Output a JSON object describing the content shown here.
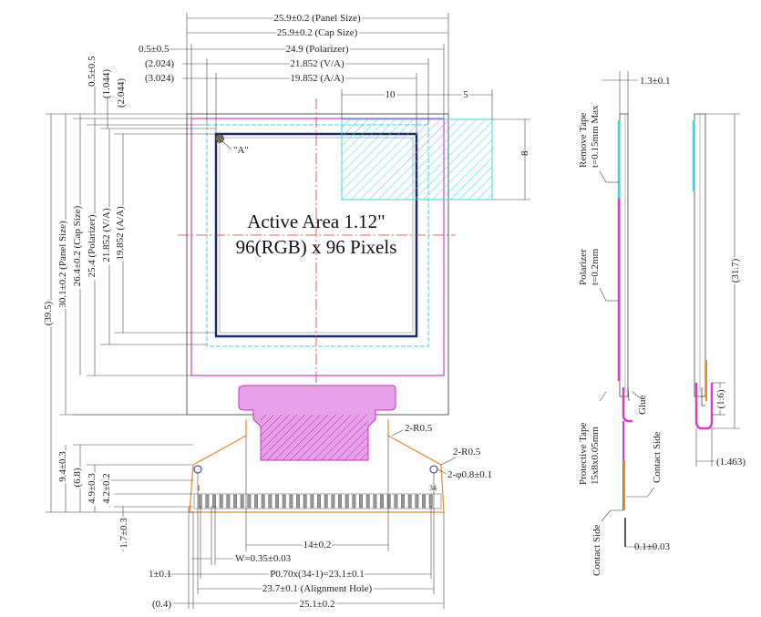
{
  "labels": {
    "panel_width": "25.9±0.2 (Panel Size)",
    "cap_width": "25.9±0.2 (Cap Size)",
    "polarizer_offset": "0.5±0.5",
    "polarizer_width": "24.9 (Polarizer)",
    "va_offset": "(2.024)",
    "va_width": "21.852 (V/A)",
    "aa_offset": "(3.024)",
    "aa_width": "19.852 (A/A)",
    "dim_10": "10",
    "dim_5": "5",
    "dim_8": "8",
    "v_top_05": "0.5±0.5",
    "v_top_1044": "(1.044)",
    "v_top_2044": "(2.044)",
    "v_total_395": "(39.5)",
    "v_panel": "30.1±0.2 (Panel Size)",
    "v_cap": "26.4±0.2 (Cap Size)",
    "v_polarizer": "25.4 (Polarizer)",
    "v_va": "21.852 (V/A)",
    "v_aa": "19.852 (A/A)",
    "v_94": "9.4±0.3",
    "v_68": "(6.8)",
    "v_49": "4.9±0.3",
    "v_42": "4.2±0.2",
    "v_17": "1.7±0.3",
    "point_a": "\"A\"",
    "active_area_line1": "Active Area 1.12\"",
    "active_area_line2": "96(RGB) x 96 Pixels",
    "r05_inner": "2-R0.5",
    "r05_outer": "2-R0.5",
    "hole_dia": "2-φ0.8±0.1",
    "pin_1": "1",
    "pin_34": "34",
    "dim_14": "14±0.2",
    "dim_w": "W=0.35±0.03",
    "dim_1": "1±0.1",
    "dim_pitch": "P0.70x(34-1)=23.1±0.1",
    "dim_04": "(0.4)",
    "dim_align": "23.7±0.1 (Alignment Hole)",
    "dim_251": "25.1±0.2",
    "side_13": "1.3±0.1",
    "remove_tape_1": "Remove Tape",
    "remove_tape_2": "t=0.15mm Max",
    "polarizer_1": "Polarizer",
    "polarizer_2": "t=0.2mm",
    "glue": "Glue",
    "protective_tape_1": "Protective Tape",
    "protective_tape_2": "15x8x0.05mm",
    "contact_side_a": "Contact Side",
    "contact_side_b": "Contact Side",
    "dim_01": "0.1±0.03",
    "side_317": "(31.7)",
    "side_16": "(1.6)",
    "side_1463": "(1.463)"
  },
  "colors": {
    "line": "#333333",
    "red_center": "#e0302a",
    "magenta": "#d43cd4",
    "cyan": "#3fd6dc",
    "navy": "#1a2a6a",
    "orange": "#e88a2a",
    "fpc_fill": "#e8a0e8"
  }
}
